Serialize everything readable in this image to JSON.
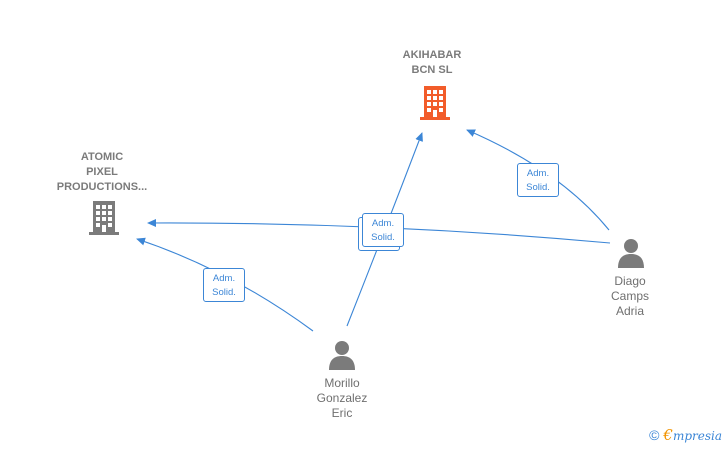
{
  "nodes": {
    "akihabar": {
      "label_lines": [
        "AKIHABAR",
        "BCN  SL"
      ],
      "icon": "building-icon",
      "color": "#f25c2a"
    },
    "atomic": {
      "label_lines": [
        "ATOMIC",
        "PIXEL",
        "PRODUCTIONS..."
      ],
      "icon": "building-icon",
      "color": "#7b7b7b"
    },
    "diago": {
      "label_lines": [
        "Diago",
        "Camps",
        "Adria"
      ],
      "icon": "person-icon",
      "color": "#7b7b7b"
    },
    "morillo": {
      "label_lines": [
        "Morillo",
        "Gonzalez",
        "Eric"
      ],
      "icon": "person-icon",
      "color": "#7b7b7b"
    }
  },
  "edges": [
    {
      "from": "diago",
      "to": "akihabar",
      "label_lines": [
        "Adm.",
        "Solid."
      ]
    },
    {
      "from": "diago",
      "to": "atomic",
      "label_lines": [
        "Adm.",
        "Solid."
      ]
    },
    {
      "from": "morillo",
      "to": "akihabar",
      "label_lines": [
        "Adm.",
        "Solid."
      ]
    },
    {
      "from": "morillo",
      "to": "atomic",
      "label_lines": [
        "Adm.",
        "Solid."
      ]
    }
  ],
  "footer": {
    "copyright": "©",
    "brand_initial": "€",
    "brand_rest": "mpresia"
  },
  "colors": {
    "edge": "#3c86d6",
    "highlight_company": "#f25c2a",
    "default": "#7b7b7b"
  }
}
